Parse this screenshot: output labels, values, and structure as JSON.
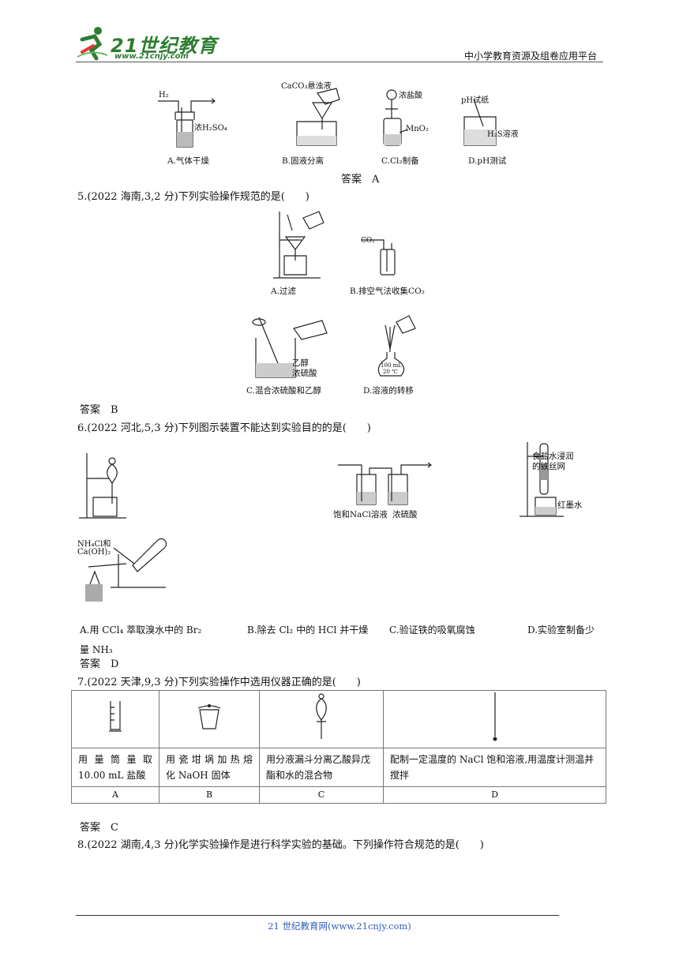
{
  "header": {
    "logo_text": "21世纪教育",
    "logo_url": "www.21cnjy.com",
    "platform": "中小学教育资源及组卷应用平台"
  },
  "q4": {
    "captions": [
      "A.气体干燥",
      "B.固液分离",
      "C.Cl₂制备",
      "D.pH测试"
    ],
    "labels": {
      "h2": "H₂",
      "acid": "浓H₂SO₄",
      "caco3": "CaCO₃悬浊液",
      "hcl": "浓盐酸",
      "mno2": "MnO₂",
      "ph": "pH试纸",
      "h2s": "H₂S溶液"
    },
    "answer": "答案　A"
  },
  "q5": {
    "question": "5.(2022 海南,3,2 分)下列实验操作规范的是(　　)",
    "captions": [
      "A.过滤",
      "B.排空气法收集CO₂",
      "C.混合浓硫酸和乙醇",
      "D.溶液的转移"
    ],
    "labels": {
      "co2": "CO₂",
      "ethanol": "乙醇",
      "conc": "浓硫酸",
      "flask": "100 mL",
      "temp": "20 ℃"
    },
    "answer": "答案　B"
  },
  "q6": {
    "question": "6.(2022 河北,5,3 分)下列图示装置不能达到实验目的的是(　　)",
    "labels": {
      "nacl": "饱和NaCl溶液",
      "h2so4": "浓硫酸",
      "iron_1": "食盐水浸润",
      "iron_2": "的铁丝网",
      "ink": "红墨水",
      "nh4cl": "NH₄Cl和",
      "caoh": "Ca(OH)₂"
    },
    "options": [
      "A.用 CCl₄ 萃取溴水中的 Br₂",
      "B.除去 Cl₂ 中的 HCl 并干燥",
      "C.验证铁的吸氧腐蚀",
      "D.实验室制备少"
    ],
    "option_cont": "量 NH₃",
    "answer": "答案　D"
  },
  "q7": {
    "question": "7.(2022 天津,9,3 分)下列实验操作中选用仪器正确的是(　　)",
    "cells": [
      "用 量 筒 量 取 10.00 mL 盐酸",
      "用 瓷 坩 埚 加 热 熔 化 NaOH 固体",
      "用分液漏斗分离乙酸异戊酯和水的混合物",
      "配制一定温度的 NaCl 饱和溶液,用温度计测温并搅拌"
    ],
    "letters": [
      "A",
      "B",
      "C",
      "D"
    ],
    "answer": "答案　C"
  },
  "q8": {
    "question": "8.(2022 湖南,4,3 分)化学实验操作是进行科学实验的基础。下列操作符合规范的是(　　)"
  },
  "footer": "21 世纪教育网(www.21cnjy.com)"
}
